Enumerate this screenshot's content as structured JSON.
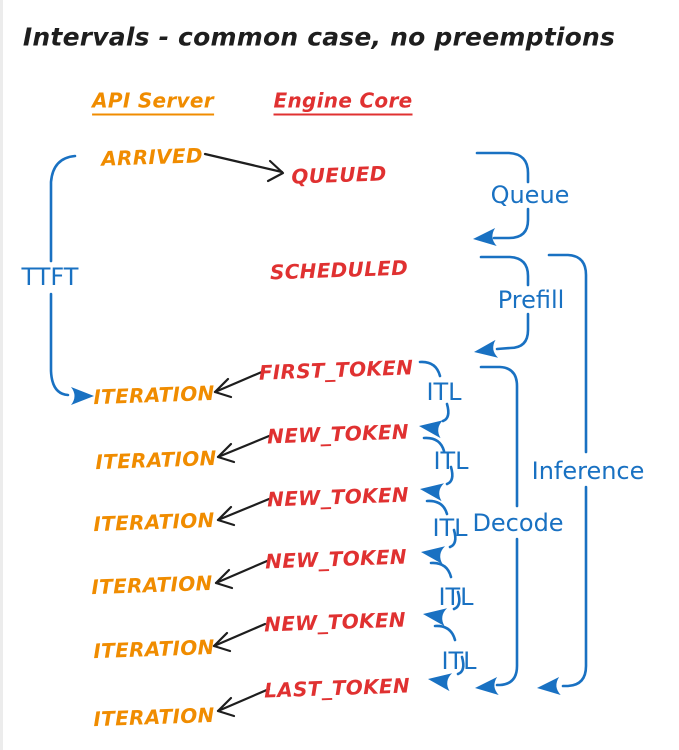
{
  "title": "Intervals - common case, no preemptions",
  "headers": {
    "api": "API Server",
    "engine": "Engine Core"
  },
  "api_events": {
    "arrived": "ARRIVED",
    "iterations": [
      "ITERATION",
      "ITERATION",
      "ITERATION",
      "ITERATION",
      "ITERATION",
      "ITERATION"
    ]
  },
  "engine_events": {
    "queued": "QUEUED",
    "scheduled": "SCHEDULED",
    "first_token": "FIRST_TOKEN",
    "new_tokens": [
      "NEW_TOKEN",
      "NEW_TOKEN",
      "NEW_TOKEN",
      "NEW_TOKEN"
    ],
    "last_token": "LAST_TOKEN"
  },
  "intervals": {
    "ttft": "TTFT",
    "queue": "Queue",
    "prefill": "Prefill",
    "decode": "Decode",
    "inference": "Inference",
    "itl": [
      "ITL",
      "ITL",
      "ITL",
      "ITL",
      "ITL"
    ]
  },
  "colors": {
    "api_accent": "#f08c00",
    "engine_accent": "#e03131",
    "interval_accent": "#1971c2",
    "connector": "#1e1e1e",
    "page_edge": "#ececec"
  }
}
